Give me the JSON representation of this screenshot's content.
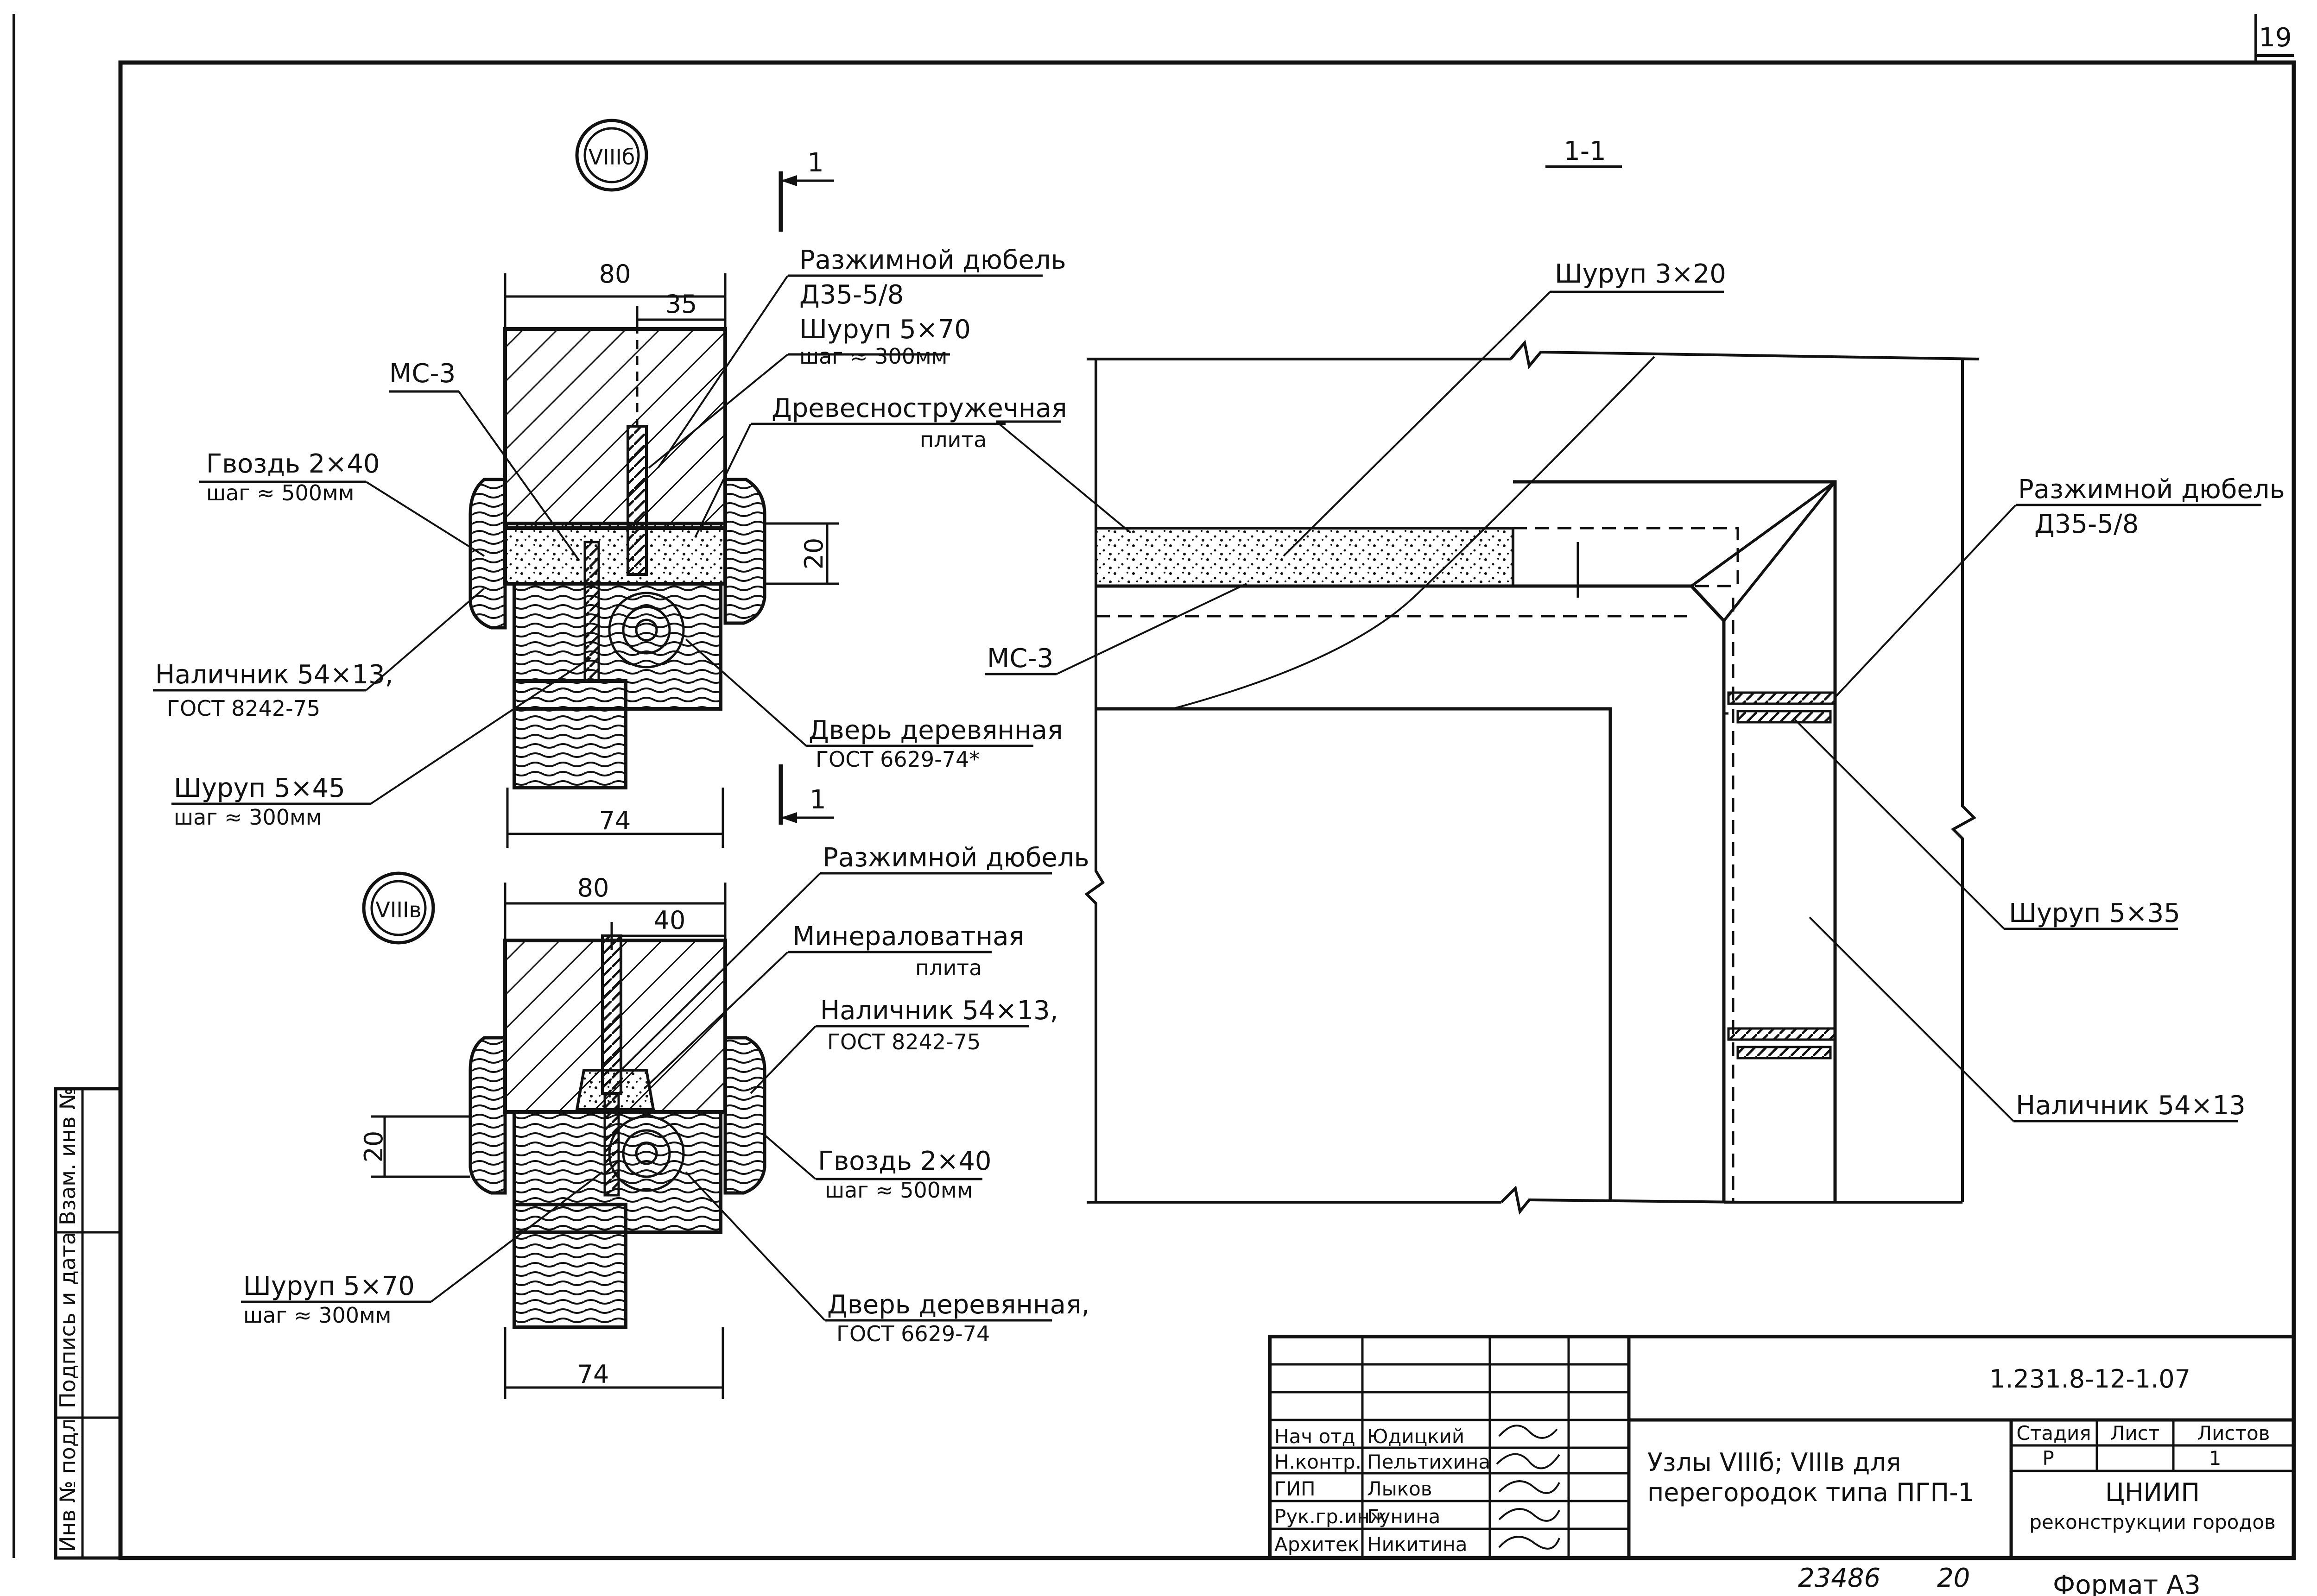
{
  "sheet": {
    "page_number": "19",
    "archive_number": "23486",
    "archive_suffix": "20",
    "format_note": "Формат А3"
  },
  "left_stamp": {
    "inv_podl": "Инв № подл",
    "podpis_data": "Подпись и дата",
    "vzam_inv": "Взам. инв №"
  },
  "node_b": {
    "marker": "VIIIб",
    "dims": {
      "width_top": "80",
      "partial_top": "35",
      "gap": "20",
      "width_bottom": "74"
    },
    "labels": {
      "dowel": "Разжимной дюбель",
      "dowel_spec": "Д35-5/8",
      "screw": "Шуруп 5×70",
      "screw_step": "шаг ≈ 300мм",
      "board": "Древесностружечная",
      "board2": "плита",
      "mc3": "МС-3",
      "nail": "Гвоздь 2×40",
      "nail_step": "шаг ≈ 500мм",
      "trim": "Наличник 54×13,",
      "trim_gost": "ГОСТ 8242-75",
      "screw2": "Шуруп 5×45",
      "screw2_step": "шаг ≈ 300мм",
      "door": "Дверь деревянная",
      "door_gost": "ГОСТ 6629-74*"
    },
    "section_mark": "1"
  },
  "node_v": {
    "marker": "VIIIв",
    "dims": {
      "width_top": "80",
      "partial_top": "40",
      "gap": "20",
      "width_bottom": "74"
    },
    "labels": {
      "dowel": "Разжимной дюбель",
      "mineral": "Минераловатная",
      "mineral2": "плита",
      "trim": "Наличник 54×13,",
      "trim_gost": "ГОСТ 8242-75",
      "nail": "Гвоздь 2×40",
      "nail_step": "шаг ≈ 500мм",
      "screw": "Шуруп 5×70",
      "screw_step": "шаг ≈ 300мм",
      "door": "Дверь деревянная,",
      "door_gost": "ГОСТ 6629-74"
    }
  },
  "section": {
    "title": "1-1",
    "labels": {
      "screw_top": "Шуруп 3×20",
      "mc3": "МС-3",
      "dowel": "Разжимной дюбель",
      "dowel_spec": "Д35-5/8",
      "screw_side": "Шуруп 5×35",
      "trim": "Наличник 54×13"
    }
  },
  "title_block": {
    "doc_code": "1.231.8-12-1.07",
    "title_line1": "Узлы VIIIб; VIIIв для",
    "title_line2": "перегородок типа ПГП-1",
    "stage_header": "Стадия",
    "sheet_header": "Лист",
    "sheets_header": "Листов",
    "stage": "Р",
    "sheet": "",
    "sheets": "1",
    "org_line1": "ЦНИИП",
    "org_line2": "реконструкции городов",
    "staff": [
      {
        "role": "Нач отд",
        "name": "Юдицкий"
      },
      {
        "role": "Н.контр.",
        "name": "Пельтихина"
      },
      {
        "role": "ГИП",
        "name": "Лыков"
      },
      {
        "role": "Рук.гр.инж",
        "name": "Гунина"
      },
      {
        "role": "Архитек.",
        "name": "Никитина"
      }
    ]
  }
}
